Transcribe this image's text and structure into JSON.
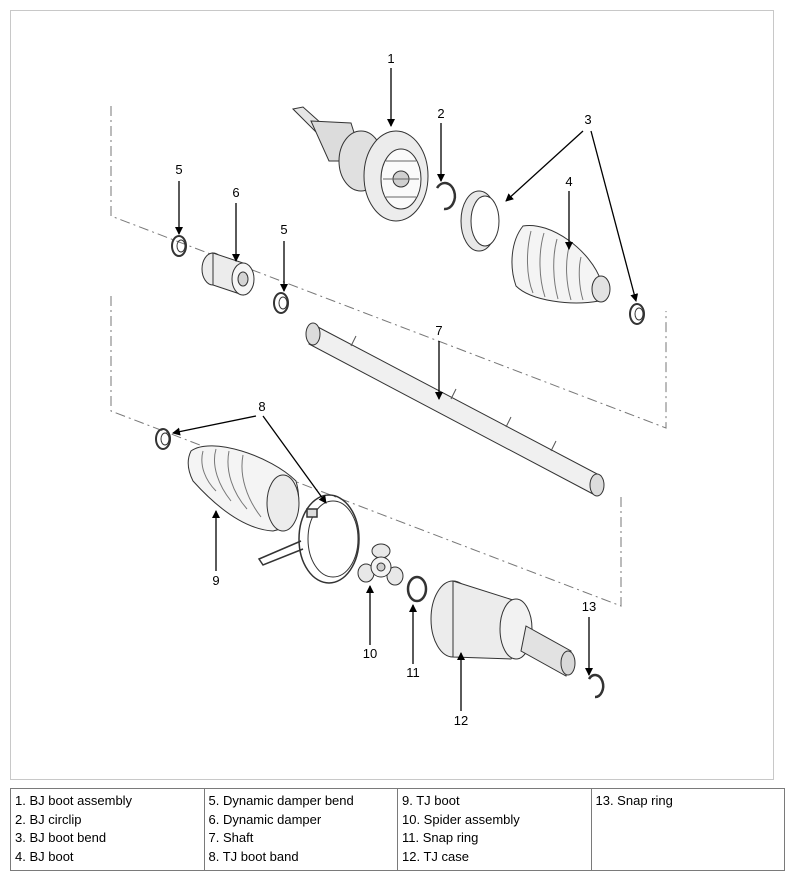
{
  "diagram": {
    "callouts": [
      "1",
      "2",
      "3",
      "4",
      "5",
      "5",
      "6",
      "7",
      "8",
      "9",
      "10",
      "11",
      "12",
      "13"
    ]
  },
  "legend": {
    "columns": [
      [
        "1. BJ boot assembly",
        "2. BJ circlip",
        "3. BJ boot bend",
        "4. BJ boot"
      ],
      [
        "5. Dynamic damper bend",
        "6. Dynamic damper",
        "7. Shaft",
        "8. TJ boot band"
      ],
      [
        "9. TJ boot",
        "10. Spider assembly",
        "11. Snap ring",
        "12. TJ case"
      ],
      [
        "13. Snap ring"
      ]
    ]
  }
}
